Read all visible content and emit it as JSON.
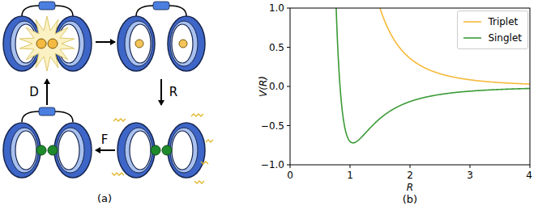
{
  "diagram": {
    "labels": [
      "D",
      "R",
      "F",
      "(a)",
      "1.0",
      "0.5",
      "0.0",
      "−0.5",
      "−1.0",
      "0",
      "1",
      "2",
      "3",
      "4",
      "R",
      "V(R)",
      "(b)"
    ],
    "legend": [
      {
        "text": "Triplet"
      },
      {
        "text": "Singlet"
      }
    ]
  }
}
